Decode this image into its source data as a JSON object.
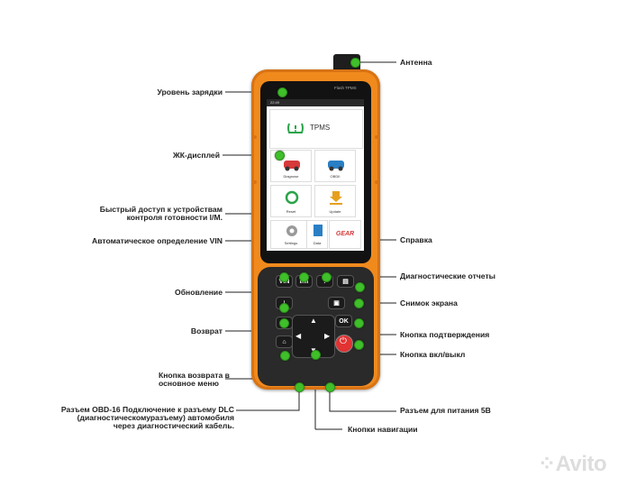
{
  "device": {
    "screen_header": "Flash TPMS",
    "status_time": "22:49",
    "tpms_label": "TPMS",
    "tiles": [
      "Diagnose",
      "OBDII",
      "Reset",
      "Update",
      "Settings",
      "Data",
      "GEAR"
    ],
    "keys": {
      "vin": "VIN",
      "im": "I/M",
      "help": "?",
      "ok": "OK"
    }
  },
  "labels": {
    "antenna": "Антенна",
    "battery_level": "Уровень зарядки",
    "lcd": "ЖК-дисплей",
    "quick_access": [
      "Быстрый доступ к устройствам",
      "контроля готовности I/M."
    ],
    "auto_vin": "Автоматическое определение VIN",
    "help": "Справка",
    "diag_reports": "Диагностические отчеты",
    "update": "Обновление",
    "screenshot": "Снимок экрана",
    "back": "Возврат",
    "confirm": "Кнопка подтверждения",
    "power": "Кнопка вкл/выкл",
    "home": [
      "Кнопка возврата в",
      "основное меню"
    ],
    "obd": [
      "Разъем OBD-16 Подключение к разъему DLC",
      "(диагностическомуразъему) автомобиля",
      "через диагностический кабель."
    ],
    "power_port": "Разъем для питания 5В",
    "nav": "Кнопки навигации"
  },
  "watermark": "Avito"
}
